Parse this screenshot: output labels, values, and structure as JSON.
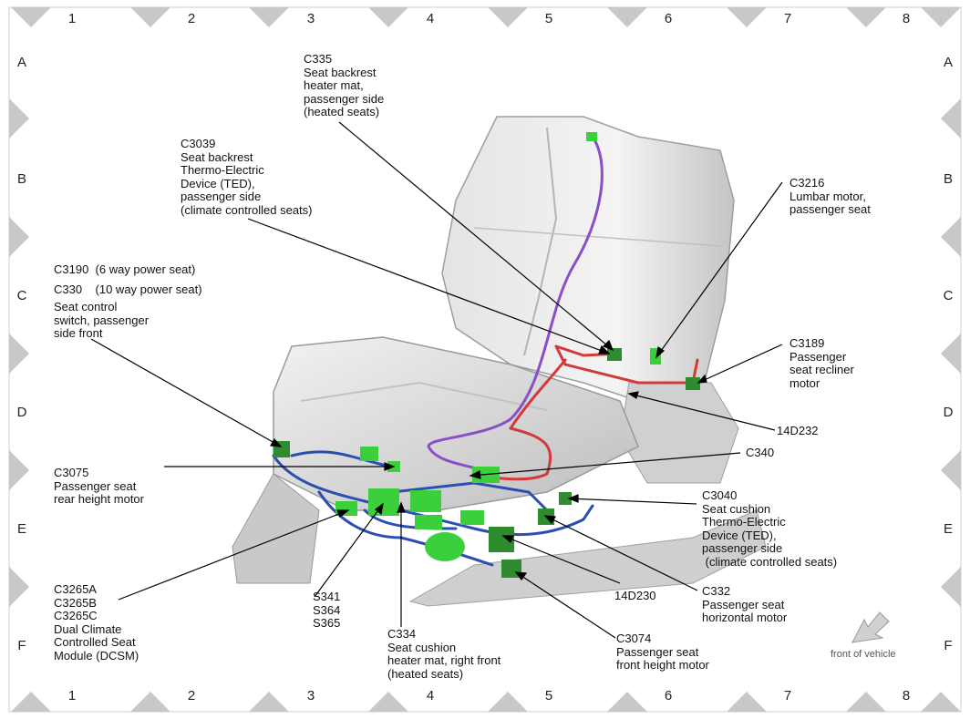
{
  "grid": {
    "columns": [
      "1",
      "2",
      "3",
      "4",
      "5",
      "6",
      "7",
      "8"
    ],
    "rows": [
      "A",
      "B",
      "C",
      "D",
      "E",
      "F"
    ]
  },
  "labels": {
    "c335": "C335\nSeat backrest\nheater mat,\npassenger side\n(heated seats)",
    "c3039": "C3039\nSeat backrest\nThermo-Electric\nDevice (TED),\npassenger side\n(climate controlled seats)",
    "c3216": "C3216\nLumbar motor,\npassenger seat",
    "c3190": "C3190  (6 way power seat)",
    "c330": "C330    (10 way power seat)",
    "seat_switch": "Seat control\nswitch, passenger\nside front",
    "c3189": "C3189\nPassenger\nseat recliner\nmotor",
    "w14d232": "14D232",
    "c340": "C340",
    "c3075": "C3075\nPassenger seat\nrear height motor",
    "c3040": "C3040\nSeat cushion\nThermo-Electric\nDevice (TED),\npassenger side\n (climate controlled seats)",
    "c3265": "C3265A\nC3265B\nC3265C\nDual Climate\nControlled Seat\nModule (DCSM)",
    "splices": "S341\nS364\nS365",
    "c334": "C334\nSeat cushion\nheater mat, right front\n(heated seats)",
    "w14d230": "14D230",
    "c332": "C332\nPassenger seat\nhorizontal motor",
    "c3074": "C3074\nPassenger seat\nfront height motor",
    "front_of_vehicle": "front of vehicle"
  },
  "colors": {
    "border_diamond": "#c8c8c8",
    "seat_fill": "#d9d9d9",
    "harness_blue": "#2a4fb0",
    "harness_red": "#d23a3a",
    "harness_purple": "#8a4fc8",
    "connector_green": "#3ccf3c",
    "connector_dark_green": "#2e8b2e",
    "leader_line": "#000000"
  },
  "icons": {
    "arrow": "front-of-vehicle-arrow-icon"
  }
}
